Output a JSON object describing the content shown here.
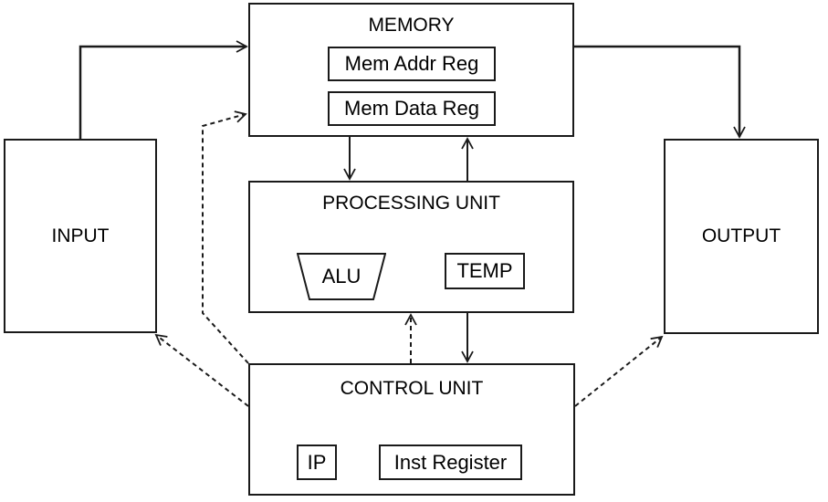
{
  "memory": {
    "title": "MEMORY",
    "registers": [
      "Mem Addr Reg",
      "Mem Data Reg"
    ]
  },
  "processing_unit": {
    "title": "PROCESSING UNIT",
    "alu": "ALU",
    "temp": "TEMP"
  },
  "control_unit": {
    "title": "CONTROL UNIT",
    "ip": "IP",
    "inst_register": "Inst Register"
  },
  "input": {
    "title": "INPUT"
  },
  "output": {
    "title": "OUTPUT"
  },
  "colors": {
    "line": "#1a1a1a",
    "background": "#ffffff",
    "text": "#000000"
  },
  "connections": [
    {
      "from": "INPUT",
      "to": "MEMORY",
      "style": "solid"
    },
    {
      "from": "MEMORY",
      "to": "OUTPUT",
      "style": "solid"
    },
    {
      "from": "MEMORY",
      "to": "PROCESSING UNIT",
      "style": "solid"
    },
    {
      "from": "PROCESSING UNIT",
      "to": "MEMORY",
      "style": "solid"
    },
    {
      "from": "PROCESSING UNIT",
      "to": "CONTROL UNIT",
      "style": "solid"
    },
    {
      "from": "CONTROL UNIT",
      "to": "PROCESSING UNIT",
      "style": "dashed"
    },
    {
      "from": "CONTROL UNIT",
      "to": "MEMORY",
      "style": "dashed"
    },
    {
      "from": "CONTROL UNIT",
      "to": "INPUT",
      "style": "dashed"
    },
    {
      "from": "CONTROL UNIT",
      "to": "OUTPUT",
      "style": "dashed"
    }
  ]
}
